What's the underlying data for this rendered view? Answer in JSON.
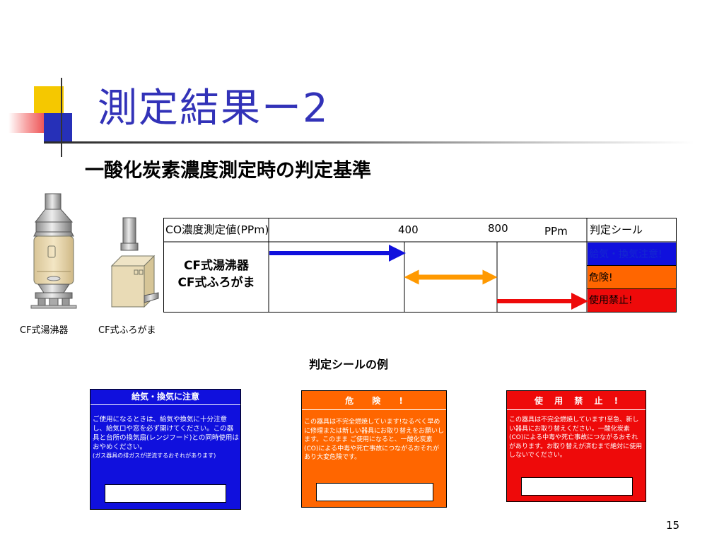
{
  "slide": {
    "title": "測定結果ー2",
    "subtitle": "一酸化炭素濃度測定時の判定基準",
    "page_number": "15"
  },
  "appliances": {
    "water_heater_caption": "CF式湯沸器",
    "bath_boiler_caption": "CF式ふろがま"
  },
  "criteria_table": {
    "header_co": "CO濃度測定値(PPm)",
    "threshold_1": "400",
    "threshold_2": "800",
    "unit": "PPm",
    "header_judgement": "判定シール",
    "appliance_line_1": "CF式湯沸器",
    "appliance_line_2": "CF式ふろがま",
    "seals": [
      {
        "label": "給気・換気注意!",
        "color": "#1010dd"
      },
      {
        "label": "危険!",
        "color": "#ff6600"
      },
      {
        "label": "使用禁止!",
        "color": "#ee0a0a"
      }
    ],
    "arrow_colors": [
      "#1010dd",
      "#ff9900",
      "#ee0a0a"
    ]
  },
  "examples": {
    "title": "判定シールの例",
    "blue": {
      "heading": "給気・換気に注意",
      "body": "ご使用になるときは、給気や換気に十分注意し、給気口や窓を必ず開けてください。この器具と台所の換気扇(レンジフード)との同時使用はおやめください。",
      "note": "(ガス器具の排ガスが逆流するおそれがあります)"
    },
    "orange": {
      "heading": "危 険 !",
      "body": "この器具は不完全燃焼しています!なるべく早めに修理または新しい器具にお取り替えをお願いします。このまま ご使用になると、一酸化炭素(CO)による中毒や死亡事故につながるおそれがあり大変危険です。"
    },
    "red": {
      "heading": "使 用 禁 止 !",
      "body": "この器具は不完全燃焼しています!至急、新しい器具にお取り替えください。一酸化炭素(CO)による中毒や死亡事故につながるおそれがあります。お取り替えが済むまで絶対に使用しないでください。"
    }
  }
}
